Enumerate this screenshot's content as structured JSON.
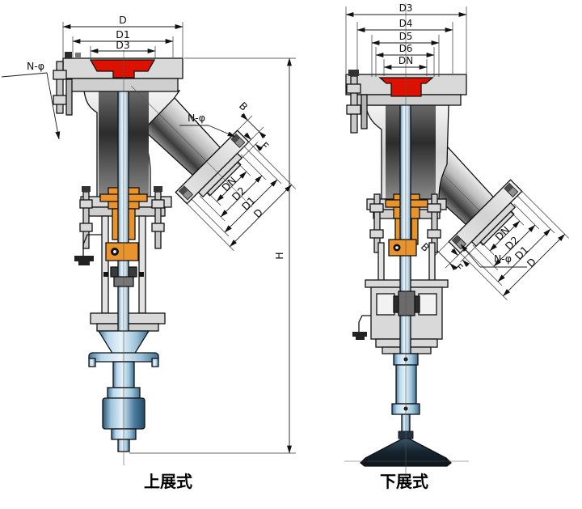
{
  "figures": {
    "left": {
      "caption": "上展式",
      "top_dims": {
        "d": "D",
        "d1": "D1",
        "d3": "D3"
      },
      "bolt_label": "N-φ",
      "height_label": "H",
      "branch": {
        "b": "B",
        "f": "F",
        "bolt_label": "N-φ",
        "dn": "DN",
        "d2": "D2",
        "d1": "D1",
        "d": "D"
      }
    },
    "right": {
      "caption": "下展式",
      "top_dims": {
        "d3": "D3",
        "d4": "D4",
        "d5": "D5",
        "d6": "D6",
        "dn": "DN"
      },
      "branch": {
        "b": "B",
        "f": "F",
        "bolt_label": "N-φ",
        "dn": "DN",
        "d2": "D2",
        "d1": "D1",
        "d": "D"
      }
    }
  },
  "colors": {
    "gasket_red": "#dd1100",
    "gland_orange": "#e8932c",
    "body_gray": "#d9d9d9",
    "stem_blue": "#cfe5f2",
    "line_black": "#111111"
  }
}
